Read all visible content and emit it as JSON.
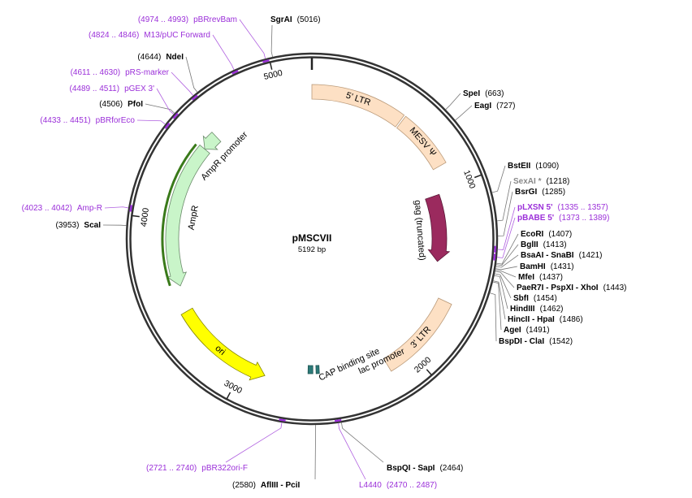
{
  "plasmid": {
    "name": "pMSCVII",
    "length_label": "5192 bp",
    "length": 5192
  },
  "colors": {
    "ltr": "#fde0c4",
    "gag": "#9b2a5e",
    "ampr": "#c9f5c9",
    "ori": "#ffff00",
    "lac": "#2c7a78",
    "primer": "#9b30d9",
    "backbone": "#333333"
  },
  "ticks": [
    {
      "label": "1000",
      "bp": 1000
    },
    {
      "label": "2000",
      "bp": 2000
    },
    {
      "label": "3000",
      "bp": 3000
    },
    {
      "label": "4000",
      "bp": 4000
    },
    {
      "label": "5000",
      "bp": 5000
    }
  ],
  "features": [
    {
      "name": "5' LTR",
      "start": 0,
      "end": 530,
      "dir": "none",
      "color_key": "ltr"
    },
    {
      "name": "MESV Ψ",
      "start": 540,
      "end": 870,
      "dir": "none",
      "color_key": "ltr"
    },
    {
      "name": "gag (truncated)",
      "start": 1020,
      "end": 1445,
      "dir": "fwd",
      "color_key": "gag"
    },
    {
      "name": "3' LTR",
      "start": 1660,
      "end": 2150,
      "dir": "none",
      "color_key": "ltr"
    },
    {
      "name": "ori",
      "start": 2870,
      "end": 3460,
      "dir": "rev",
      "color_key": "ori"
    },
    {
      "name": "AmpR",
      "start": 3610,
      "end": 4470,
      "dir": "rev",
      "color_key": "ampr"
    },
    {
      "name": "AmpR promoter",
      "start": 4470,
      "end": 4570,
      "dir": "rev",
      "color_key": "ampr"
    },
    {
      "name": "CAP binding site",
      "start": 2550,
      "end": 2570,
      "dir": "none",
      "color_key": "lac"
    },
    {
      "name": "lac promoter",
      "start": 2590,
      "end": 2620,
      "dir": "none",
      "color_key": "lac"
    }
  ],
  "sites": [
    {
      "side": "right",
      "name": "SpeI",
      "pos": "(663)",
      "bp": 663,
      "primer": false
    },
    {
      "side": "right",
      "name": "EagI",
      "pos": "(727)",
      "bp": 727,
      "primer": false
    },
    {
      "side": "right",
      "name": "BstEII",
      "pos": "(1090)",
      "bp": 1090,
      "primer": false
    },
    {
      "side": "right",
      "name": "SexAI *",
      "pos": "(1218)",
      "bp": 1218,
      "primer": false,
      "gray": true
    },
    {
      "side": "right",
      "name": "BsrGI",
      "pos": "(1285)",
      "bp": 1285,
      "primer": false
    },
    {
      "side": "right",
      "name": "pLXSN 5'",
      "pos": "(1335 .. 1357)",
      "bp": 1345,
      "primer": true
    },
    {
      "side": "right",
      "name": "pBABE 5'",
      "pos": "(1373 .. 1389)",
      "bp": 1380,
      "primer": true
    },
    {
      "side": "right",
      "name": "EcoRI",
      "pos": "(1407)",
      "bp": 1407,
      "primer": false
    },
    {
      "side": "right",
      "name": "BglII",
      "pos": "(1413)",
      "bp": 1413,
      "primer": false
    },
    {
      "side": "right",
      "name": "BsaAI - SnaBI",
      "pos": "(1421)",
      "bp": 1421,
      "primer": false
    },
    {
      "side": "right",
      "name": "BamHI",
      "pos": "(1431)",
      "bp": 1431,
      "primer": false
    },
    {
      "side": "right",
      "name": "MfeI",
      "pos": "(1437)",
      "bp": 1437,
      "primer": false
    },
    {
      "side": "right",
      "name": "PaeR7I - PspXI - XhoI",
      "pos": "(1443)",
      "bp": 1443,
      "primer": false
    },
    {
      "side": "right",
      "name": "SbfI",
      "pos": "(1454)",
      "bp": 1454,
      "primer": false
    },
    {
      "side": "right",
      "name": "HindIII",
      "pos": "(1462)",
      "bp": 1462,
      "primer": false
    },
    {
      "side": "right",
      "name": "HincII - HpaI",
      "pos": "(1486)",
      "bp": 1486,
      "primer": false
    },
    {
      "side": "right",
      "name": "AgeI",
      "pos": "(1491)",
      "bp": 1491,
      "primer": false
    },
    {
      "side": "right",
      "name": "BspDI - ClaI",
      "pos": "(1542)",
      "bp": 1542,
      "primer": false
    },
    {
      "side": "bottom",
      "name": "BspQI - SapI",
      "pos": "(2464)",
      "bp": 2464,
      "primer": false
    },
    {
      "side": "bottom",
      "name": "L4440",
      "pos": "(2470 .. 2487)",
      "bp": 2478,
      "primer": true
    },
    {
      "side": "bottom",
      "name": "AflIII - PciI",
      "pos": "(2580)",
      "bp": 2580,
      "primer": false
    },
    {
      "side": "bottom",
      "name": "pBR322ori-F",
      "pos": "(2721 .. 2740)",
      "bp": 2730,
      "primer": true
    },
    {
      "side": "left",
      "name": "ScaI",
      "pos": "(3953)",
      "bp": 3953,
      "primer": false
    },
    {
      "side": "left",
      "name": "Amp-R",
      "pos": "(4023 .. 4042)",
      "bp": 4032,
      "primer": true
    },
    {
      "side": "left",
      "name": "pBRforEco",
      "pos": "(4433 .. 4451)",
      "bp": 4442,
      "primer": true
    },
    {
      "side": "left",
      "name": "PfoI",
      "pos": "(4506)",
      "bp": 4506,
      "primer": false
    },
    {
      "side": "left",
      "name": "pGEX 3'",
      "pos": "(4489 .. 4511)",
      "bp": 4500,
      "primer": true
    },
    {
      "side": "left",
      "name": "pRS-marker",
      "pos": "(4611 .. 4630)",
      "bp": 4620,
      "primer": true
    },
    {
      "side": "left",
      "name": "NdeI",
      "pos": "(4644)",
      "bp": 4644,
      "primer": false
    },
    {
      "side": "left",
      "name": "M13/pUC Forward",
      "pos": "(4824 .. 4846)",
      "bp": 4835,
      "primer": true
    },
    {
      "side": "left",
      "name": "pBRrevBam",
      "pos": "(4974 .. 4993)",
      "bp": 4983,
      "primer": true
    },
    {
      "side": "top",
      "name": "SgrAI",
      "pos": "(5016)",
      "bp": 5016,
      "primer": false
    }
  ]
}
